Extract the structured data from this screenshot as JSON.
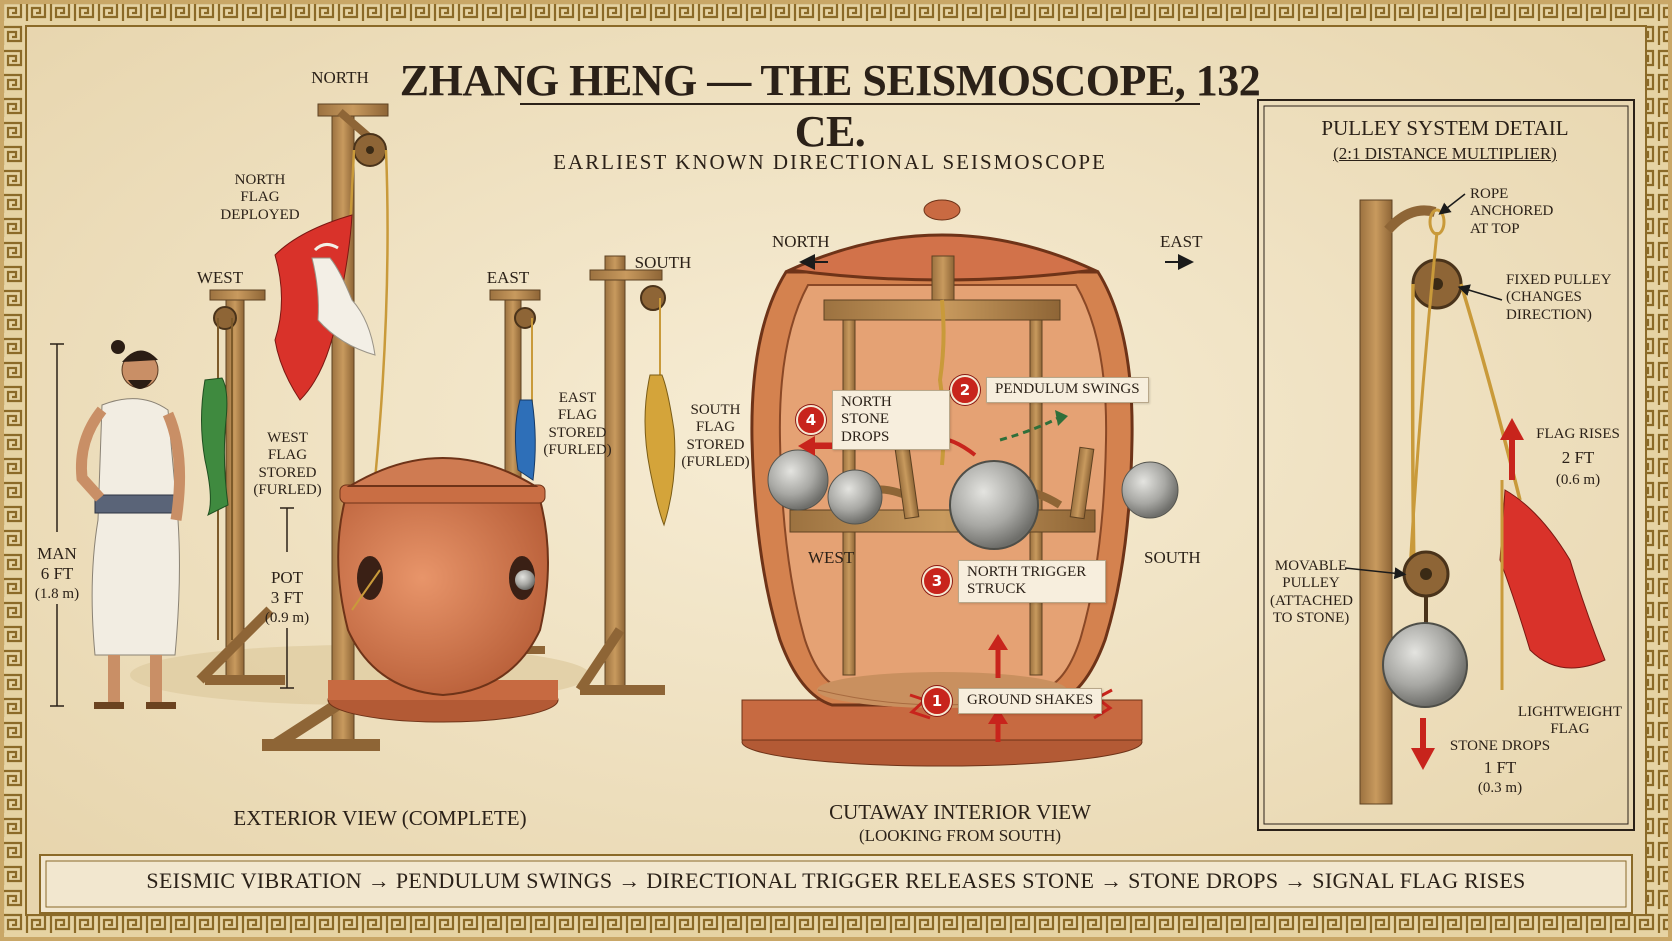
{
  "title": "ZHANG HENG — THE SEISMOSCOPE, 132 CE.",
  "subtitle": "EARLIEST KNOWN DIRECTIONAL SEISMOSCOPE",
  "exterior": {
    "north": "NORTH",
    "west": "WEST",
    "east": "EAST",
    "south": "SOUTH",
    "north_flag": "NORTH FLAG DEPLOYED",
    "west_flag": "WEST FLAG STORED (FURLED)",
    "east_flag": "EAST FLAG STORED (FURLED)",
    "south_flag": "SOUTH FLAG STORED (FURLED)",
    "man": "MAN",
    "man_ft": "6 FT",
    "man_m": "(1.8 m)",
    "pot": "POT",
    "pot_ft": "3 FT",
    "pot_m": "(0.9 m)",
    "caption": "EXTERIOR VIEW (COMPLETE)"
  },
  "cutaway": {
    "north": "NORTH",
    "east": "EAST",
    "west": "WEST",
    "south": "SOUTH",
    "steps": [
      {
        "num": "1",
        "label": "GROUND SHAKES"
      },
      {
        "num": "2",
        "label": "PENDULUM SWINGS"
      },
      {
        "num": "3",
        "label": "NORTH TRIGGER STRUCK"
      },
      {
        "num": "4",
        "label": "NORTH STONE DROPS"
      }
    ],
    "caption1": "CUTAWAY INTERIOR VIEW",
    "caption2": "(LOOKING FROM SOUTH)"
  },
  "pulley": {
    "title1": "PULLEY SYSTEM DETAIL",
    "title2": "(2:1 DISTANCE MULTIPLIER)",
    "rope": "ROPE ANCHORED AT TOP",
    "fixed": "FIXED PULLEY (CHANGES DIRECTION)",
    "flag_rises": "FLAG RISES",
    "flag_ft": "2 FT",
    "flag_m": "(0.6 m)",
    "movable": "MOVABLE PULLEY (ATTACHED TO STONE)",
    "lightweight": "LIGHTWEIGHT FLAG",
    "stone_drops": "STONE DROPS",
    "stone_ft": "1 FT",
    "stone_m": "(0.3 m)"
  },
  "process_bar": "SEISMIC VIBRATION → PENDULUM SWINGS → DIRECTIONAL TRIGGER RELEASES STONE → STONE DROPS → SIGNAL FLAG RISES",
  "colors": {
    "red": "#c8241c",
    "terracotta": "#d57a52",
    "wood": "#b4884f",
    "border": "#a8812f",
    "parchment": "#efe3c6"
  }
}
